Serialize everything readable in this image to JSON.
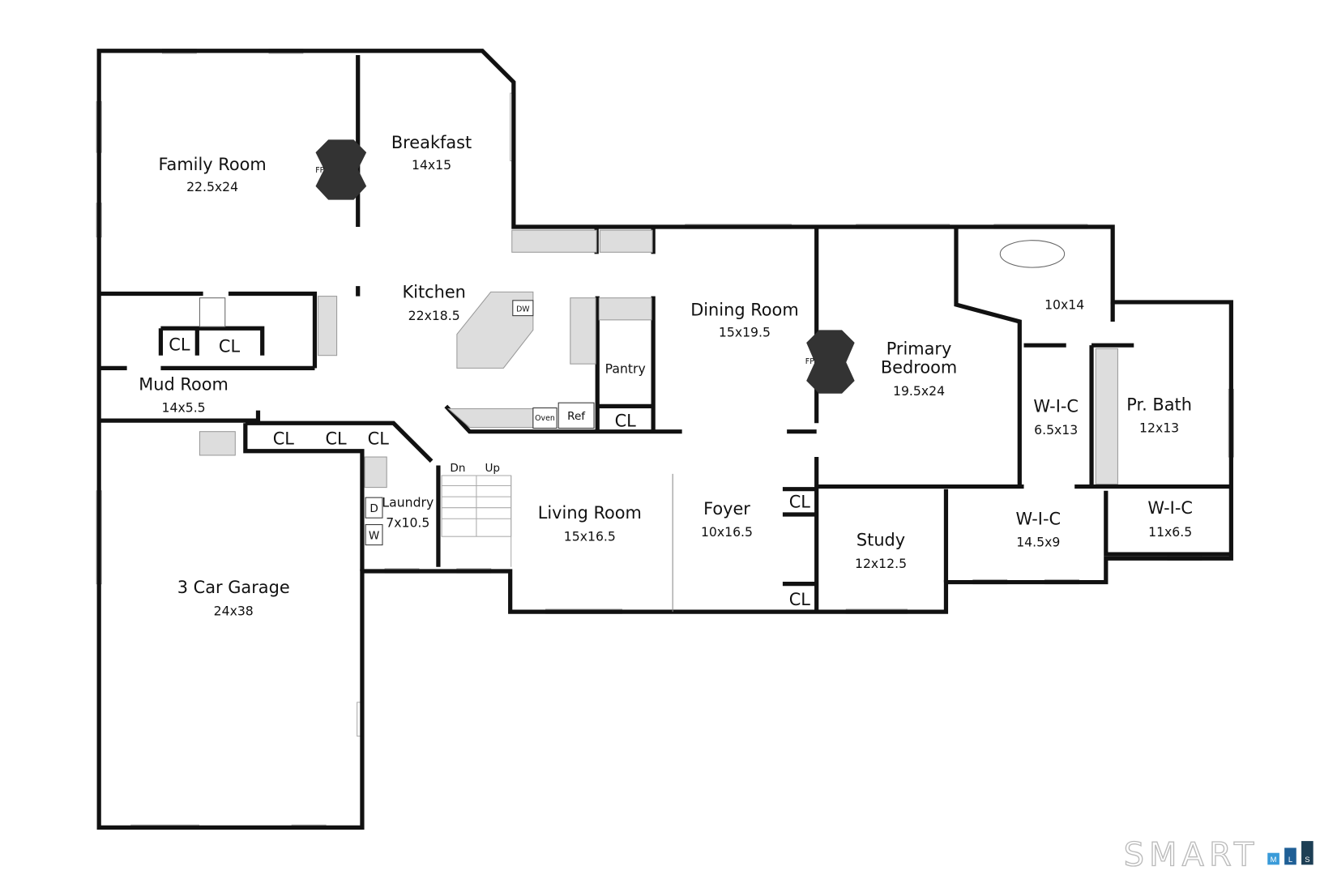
{
  "rooms": {
    "family_room": {
      "name": "Family Room",
      "dims": "22.5x24"
    },
    "breakfast": {
      "name": "Breakfast",
      "dims": "14x15"
    },
    "kitchen": {
      "name": "Kitchen",
      "dims": "22x18.5"
    },
    "dining_room": {
      "name": "Dining Room",
      "dims": "15x19.5"
    },
    "primary_bedroom": {
      "name_line1": "Primary",
      "name_line2": "Bedroom",
      "dims": "19.5x24"
    },
    "primary_bath_area": {
      "dims": "10x14"
    },
    "pantry": {
      "name": "Pantry"
    },
    "mud_room": {
      "name": "Mud Room",
      "dims": "14x5.5"
    },
    "laundry": {
      "name": "Laundry",
      "dims": "7x10.5"
    },
    "living_room": {
      "name": "Living Room",
      "dims": "15x16.5"
    },
    "foyer": {
      "name": "Foyer",
      "dims": "10x16.5"
    },
    "study": {
      "name": "Study",
      "dims": "12x12.5"
    },
    "wic_1": {
      "name": "W-I-C",
      "dims": "6.5x13"
    },
    "pr_bath": {
      "name": "Pr. Bath",
      "dims": "12x13"
    },
    "wic_2": {
      "name": "W-I-C",
      "dims": "14.5x9"
    },
    "wic_3": {
      "name": "W-I-C",
      "dims": "11x6.5"
    },
    "garage": {
      "name": "3 Car Garage",
      "dims": "24x38"
    }
  },
  "closet_label": "CL",
  "stairs": {
    "down": "Dn",
    "up": "Up"
  },
  "appliances": {
    "oven": "Oven",
    "ref": "Ref",
    "dishwasher": "DW",
    "washer": "W",
    "dryer": "D",
    "fireplace": "FP"
  },
  "logo": {
    "text": "SMART",
    "letters": [
      "M",
      "L",
      "S"
    ],
    "colors": [
      "#3a9bd9",
      "#1f5f96",
      "#1d3f55"
    ]
  }
}
